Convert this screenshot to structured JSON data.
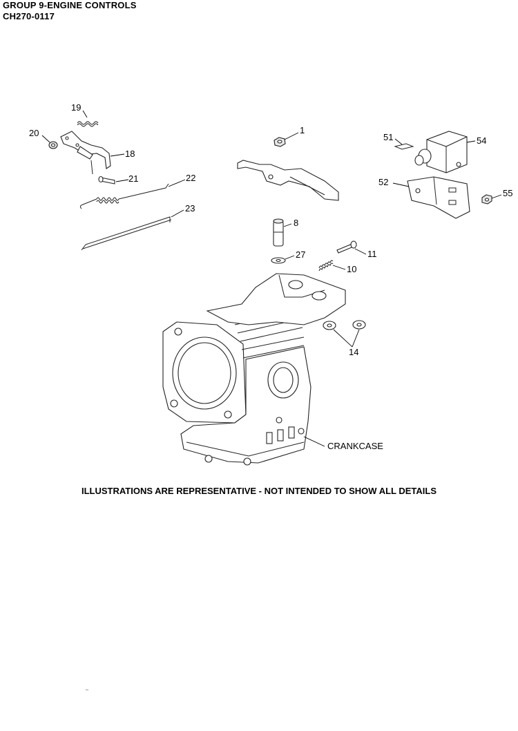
{
  "header": {
    "group_title": "GROUP 9-ENGINE CONTROLS",
    "model_code": "CH270-0117"
  },
  "callouts": {
    "c1": "1",
    "c8": "8",
    "c10": "10",
    "c11": "11",
    "c14": "14",
    "c18": "18",
    "c19": "19",
    "c20": "20",
    "c21": "21",
    "c22": "22",
    "c23": "23",
    "c27": "27",
    "c51": "51",
    "c52": "52",
    "c54": "54",
    "c55": "55",
    "crankcase": "CRANKCASE"
  },
  "footer_note": "ILLUSTRATIONS ARE REPRESENTATIVE - NOT INTENDED TO SHOW ALL DETAILS"
}
